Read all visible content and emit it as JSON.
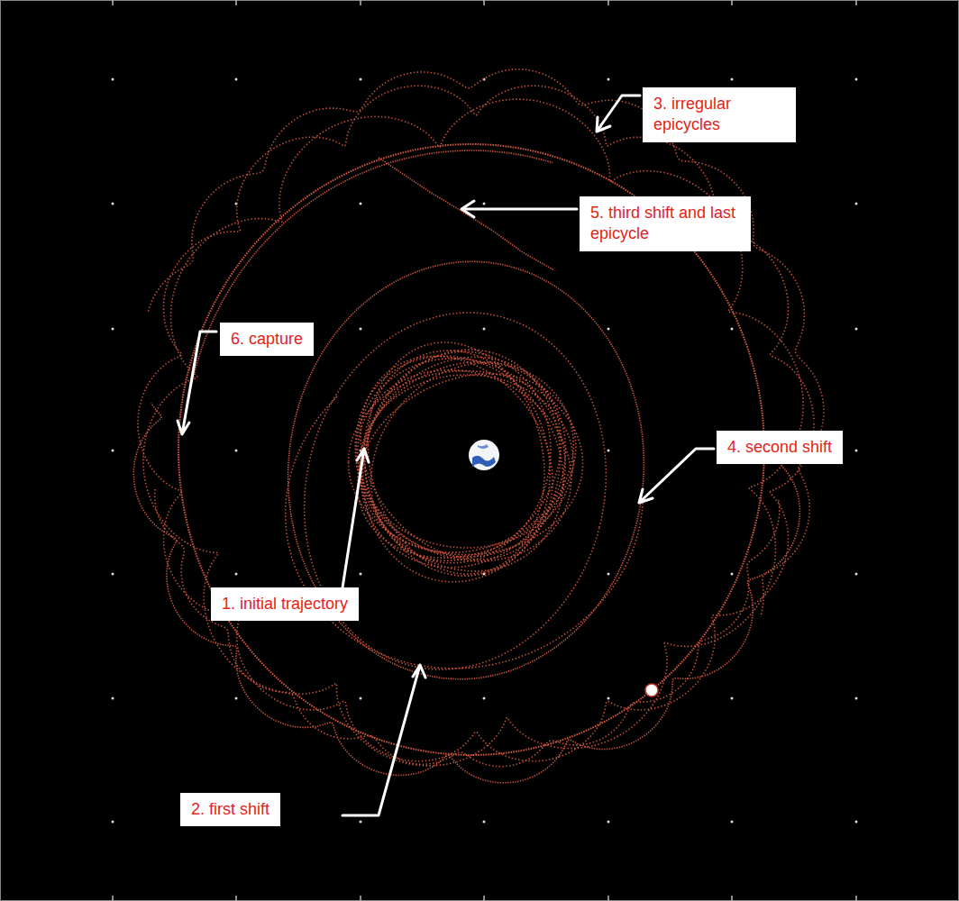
{
  "diagram": {
    "nodes": [
      {
        "text": [
          "3. irregular epicycles"
        ]
      },
      {
        "text": [
          "5. third shift and last epicycle"
        ]
      },
      {
        "text": [
          "6. capture"
        ]
      },
      {
        "text": [
          "4. second shift"
        ]
      },
      {
        "text": [
          "1. initial trajectory"
        ]
      },
      {
        "text": [
          "2. first shift"
        ]
      }
    ]
  }
}
